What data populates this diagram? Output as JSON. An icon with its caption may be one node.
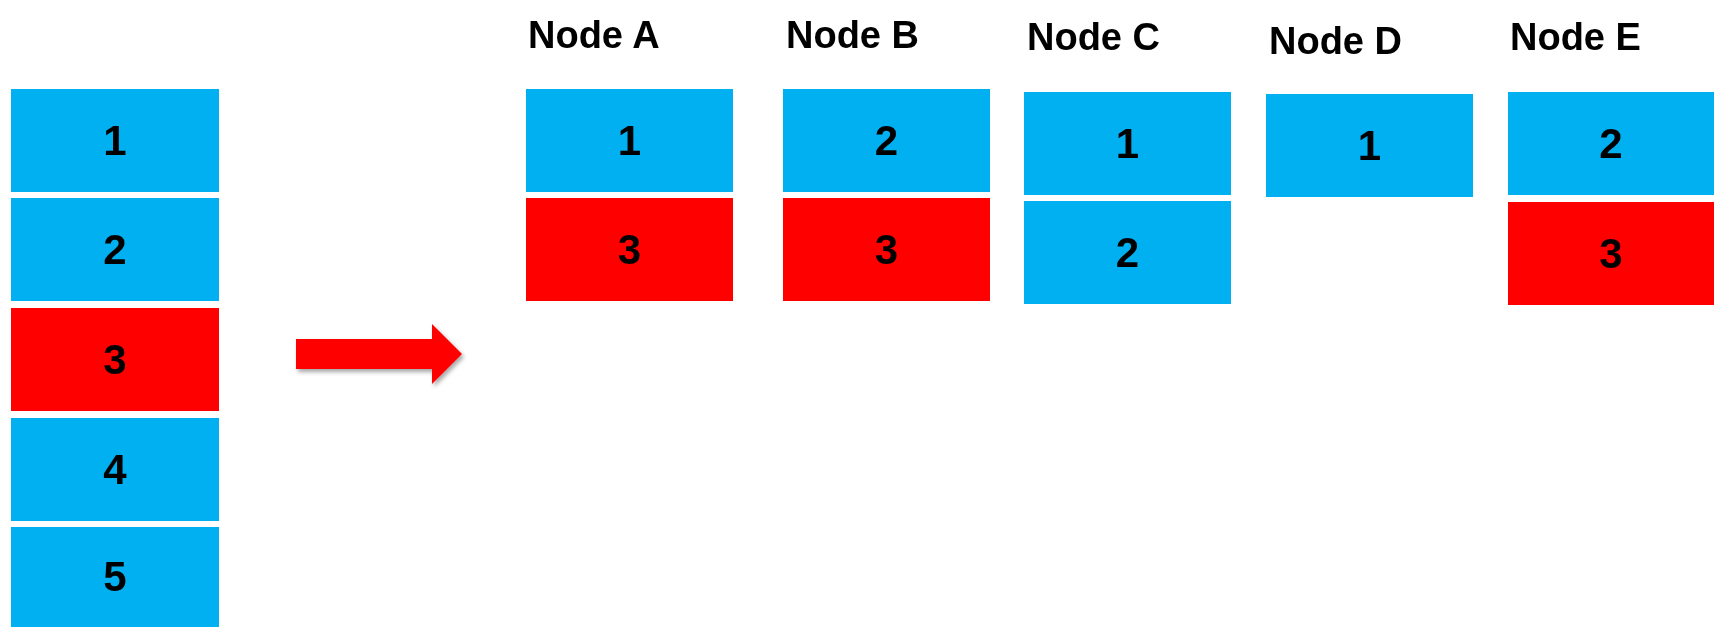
{
  "diagram": {
    "nodes": [
      {
        "text": [
          "1"
        ]
      },
      {
        "text": [
          "2"
        ]
      },
      {
        "text": [
          "3"
        ]
      },
      {
        "text": [
          "4"
        ]
      },
      {
        "text": [
          "5"
        ]
      },
      {
        "text": [
          "1"
        ]
      },
      {
        "text": [
          "3"
        ]
      },
      {
        "text": [
          "2"
        ]
      },
      {
        "text": [
          "3"
        ]
      },
      {
        "text": [
          "1"
        ]
      },
      {
        "text": [
          "2"
        ]
      },
      {
        "text": [
          "1"
        ]
      },
      {
        "text": [
          "2"
        ]
      },
      {
        "text": [
          "3"
        ]
      }
    ],
    "edges": [],
    "labels": [
      "Node A",
      "Node B",
      "Node C",
      "Node D",
      "Node E"
    ]
  }
}
